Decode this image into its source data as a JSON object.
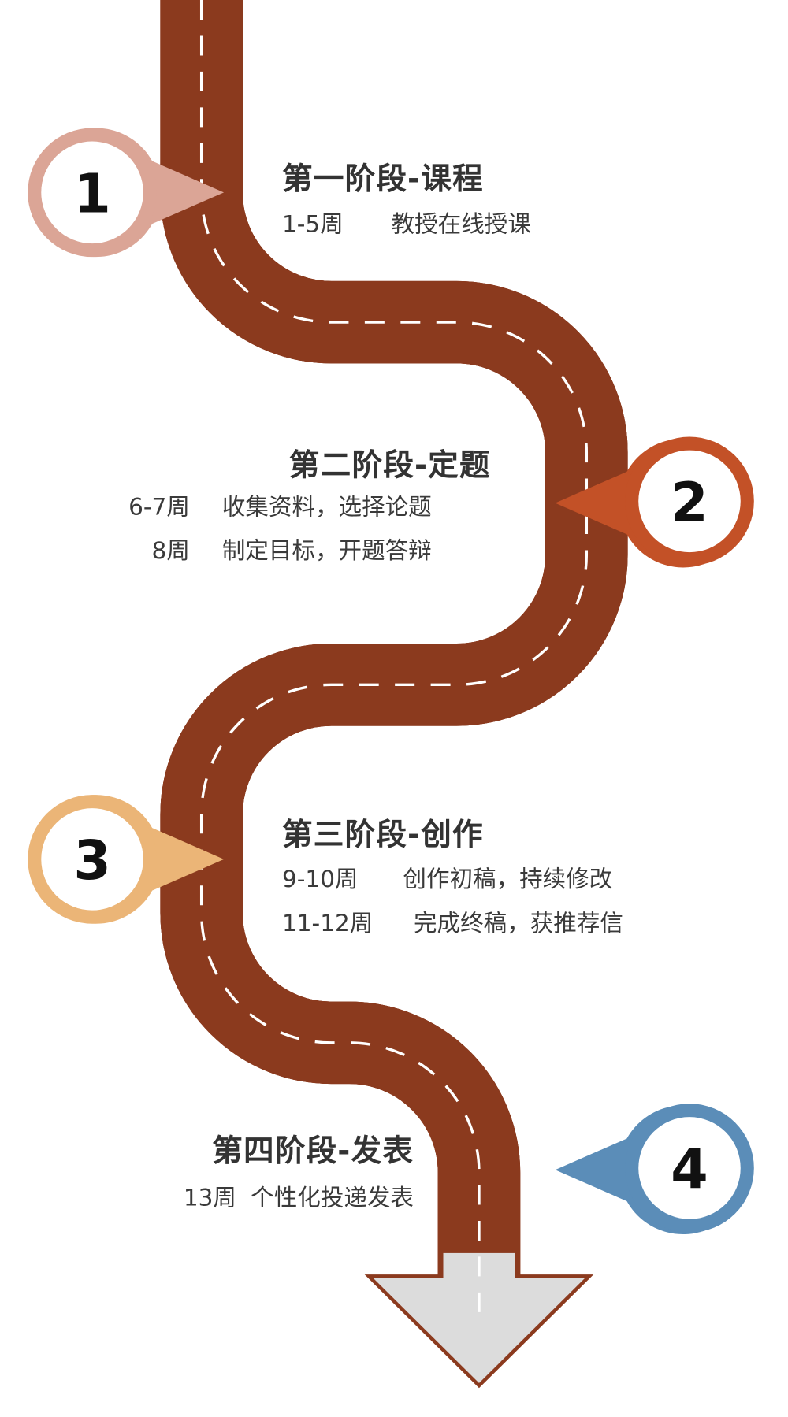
{
  "colors": {
    "road": "#dcdcdc",
    "border": "#8b3a1e",
    "stage1": "#dba596",
    "stage2": "#c35127",
    "stage3": "#ebb577",
    "stage4": "#5b8db8"
  },
  "stages": [
    {
      "num": "1",
      "title": "第一阶段-课程",
      "lines": [
        {
          "week": "1-5周",
          "task": "教授在线授课"
        }
      ]
    },
    {
      "num": "2",
      "title": "第二阶段-定题",
      "lines": [
        {
          "week": "6-7周",
          "task": "收集资料，选择论题"
        },
        {
          "week": "8周",
          "task": "制定目标，开题答辩"
        }
      ]
    },
    {
      "num": "3",
      "title": "第三阶段-创作",
      "lines": [
        {
          "week": "9-10周",
          "task": "创作初稿，持续修改"
        },
        {
          "week": "11-12周",
          "task": "完成终稿，获推荐信"
        }
      ]
    },
    {
      "num": "4",
      "title": "第四阶段-发表",
      "lines": [
        {
          "week": "13周",
          "task": "个性化投递发表"
        }
      ]
    }
  ]
}
